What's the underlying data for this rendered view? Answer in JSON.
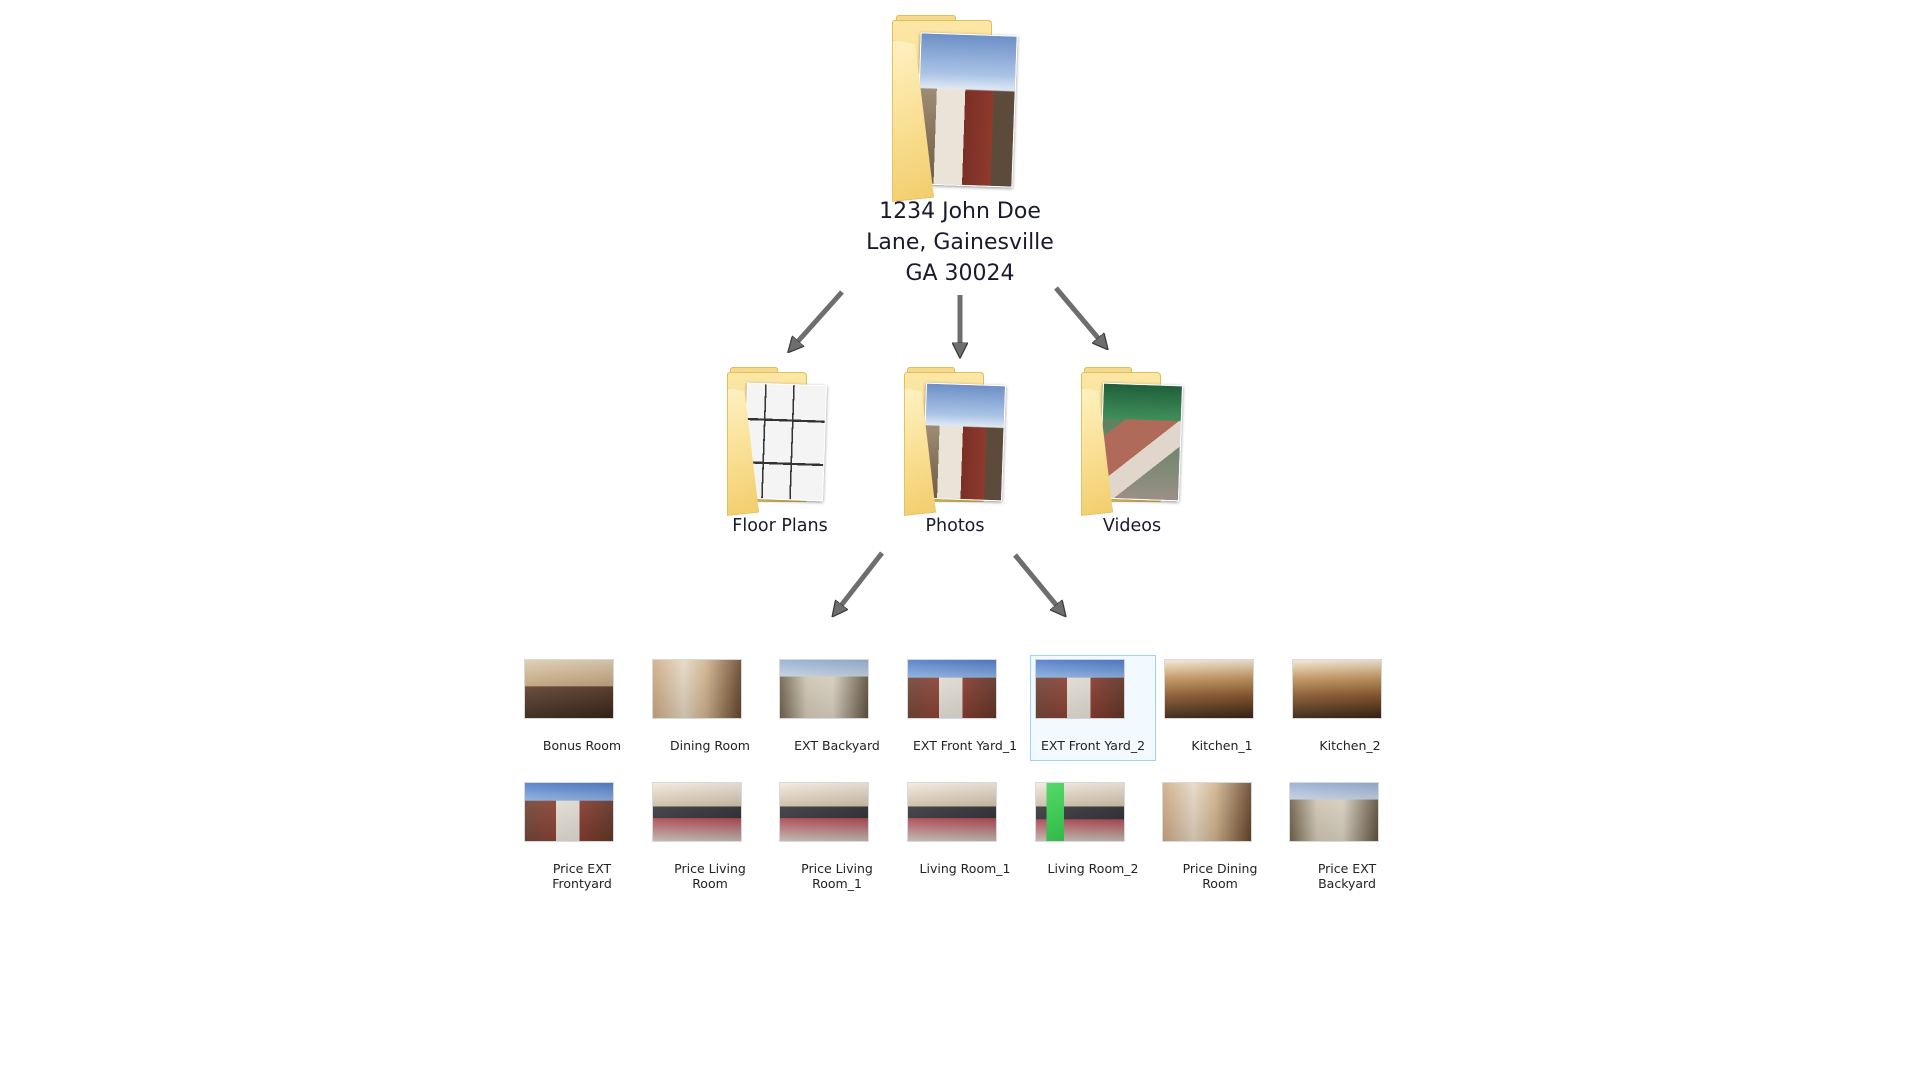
{
  "root": {
    "label": "1234 John Doe\nLane, Gainesville\nGA 30024",
    "icon": "folder-photo-icon"
  },
  "subfolders": [
    {
      "label": "Floor Plans",
      "icon": "folder-floorplan-icon"
    },
    {
      "label": "Photos",
      "icon": "folder-photo-icon"
    },
    {
      "label": "Videos",
      "icon": "folder-video-icon"
    }
  ],
  "photos": {
    "row1": [
      {
        "label": "Bonus Room"
      },
      {
        "label": "Dining Room"
      },
      {
        "label": "EXT Backyard"
      },
      {
        "label": "EXT Front Yard_1"
      },
      {
        "label": "EXT Front Yard_2",
        "selected": true
      },
      {
        "label": "Kitchen_1"
      },
      {
        "label": "Kitchen_2"
      }
    ],
    "row2": [
      {
        "label": "Price EXT\nFrontyard"
      },
      {
        "label": "Price Living\nRoom"
      },
      {
        "label": "Price Living\nRoom_1"
      },
      {
        "label": "Living Room_1"
      },
      {
        "label": "Living Room_2"
      },
      {
        "label": "Price Dining\nRoom"
      },
      {
        "label": "Price EXT\nBackyard"
      }
    ]
  },
  "colors": {
    "folder": "#f5d47a",
    "arrow": "#7a7a7a",
    "selection": "#99d1ff"
  }
}
